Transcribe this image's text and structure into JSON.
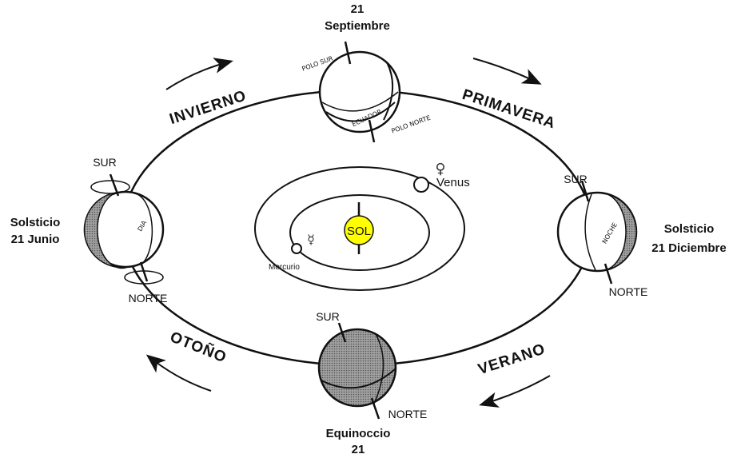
{
  "seasons": {
    "invierno": "INVIERNO",
    "primavera": "PRIMAVERA",
    "verano": "VERANO",
    "otono": "OTOÑO"
  },
  "positions": {
    "top": {
      "day": "21",
      "month": "Septiembre",
      "polo_sur": "POLO SUR",
      "ecuador": "ECUADOR",
      "polo_norte": "POLO NORTE"
    },
    "left": {
      "line1": "Solsticio",
      "line2": "21 Junio",
      "sur": "SUR",
      "norte": "NORTE",
      "dia": "DIA"
    },
    "right": {
      "line1": "Solsticio",
      "line2": "21 Diciembre",
      "sur": "SUR",
      "norte": "NORTE",
      "noche": "NOCHE"
    },
    "bottom": {
      "line1": "Equinoccio",
      "day": "21",
      "sur": "SUR",
      "norte": "NORTE"
    }
  },
  "center": {
    "sun": "SOL",
    "venus": "Venus",
    "venus_symbol": "♀",
    "mercurio": "Mercurio",
    "mercurio_symbol": "☿"
  },
  "colors": {
    "sun_fill": "#ffff00",
    "ink": "#111111",
    "shade": "#8a8a8a"
  }
}
